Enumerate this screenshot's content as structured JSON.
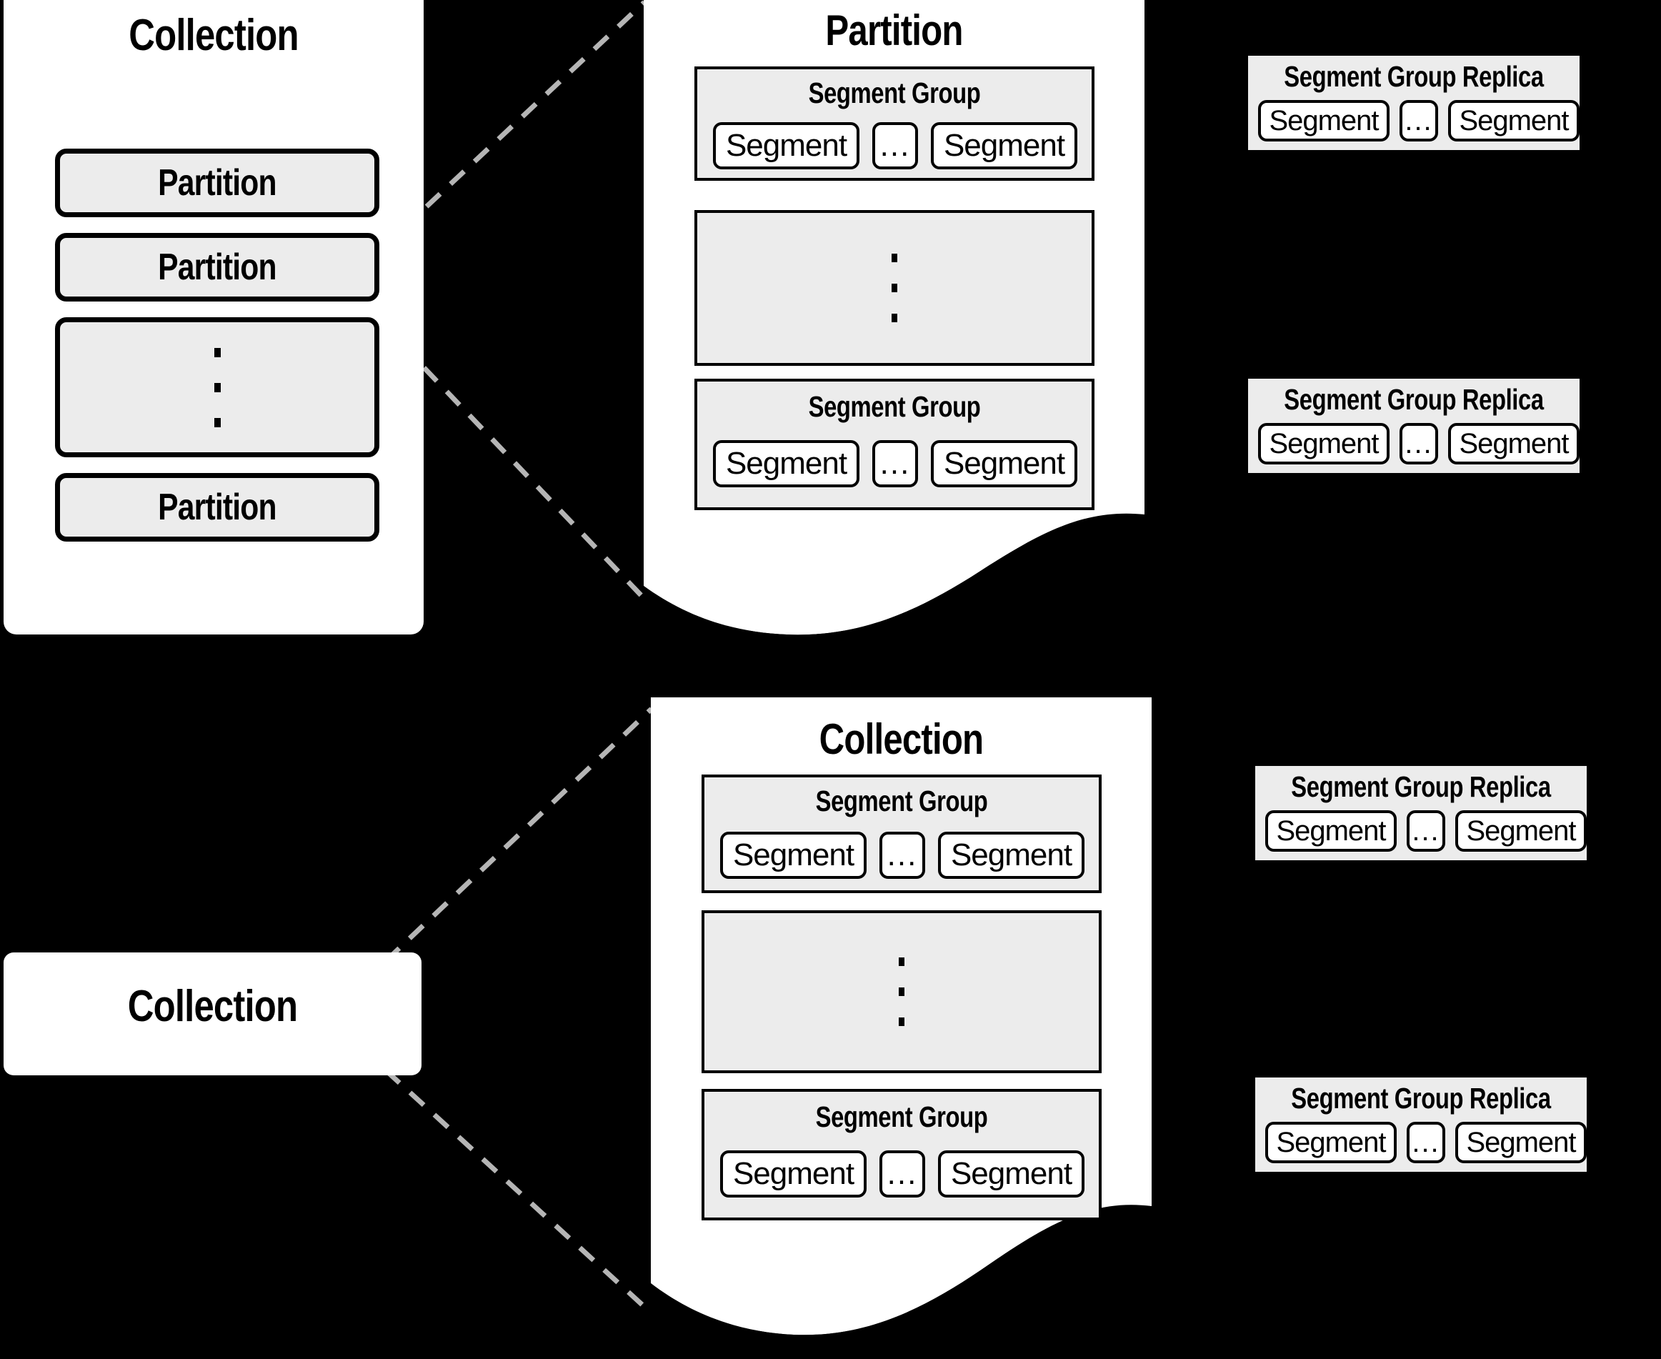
{
  "diagram": {
    "title_text_collection": "Collection",
    "title_text_partition": "Partition",
    "label_partition": "Partition",
    "label_segment_group": "Segment Group",
    "label_segment_group_replica": "Segment Group Replica",
    "label_segment": "Segment",
    "label_ellipsis": "...",
    "colors": {
      "background": "#000000",
      "panel": "#ffffff",
      "group_fill": "#ececec",
      "outline": "#000000",
      "connector": "#b5b5b5"
    }
  },
  "collection_box_top": {
    "title": "Collection",
    "rows": [
      {
        "type": "partition",
        "label": "Partition"
      },
      {
        "type": "partition",
        "label": "Partition"
      },
      {
        "type": "ellipsis",
        "label": ""
      },
      {
        "type": "partition",
        "label": "Partition"
      }
    ]
  },
  "partition_panel": {
    "title": "Partition",
    "groups": [
      {
        "title": "Segment Group",
        "segments": [
          {
            "label": "Segment"
          },
          {
            "label": "..."
          },
          {
            "label": "Segment"
          }
        ]
      },
      {
        "title": "",
        "segments": []
      },
      {
        "title": "Segment Group",
        "segments": [
          {
            "label": "Segment"
          },
          {
            "label": "..."
          },
          {
            "label": "Segment"
          }
        ]
      }
    ]
  },
  "partition_replicas": [
    {
      "title": "Segment Group Replica",
      "segments": [
        {
          "label": "Segment"
        },
        {
          "label": "..."
        },
        {
          "label": "Segment"
        }
      ]
    },
    {
      "title": "Segment Group Replica",
      "segments": [
        {
          "label": "Segment"
        },
        {
          "label": "..."
        },
        {
          "label": "Segment"
        }
      ]
    }
  ],
  "collection_box_bottom": {
    "title": "Collection"
  },
  "collection_panel": {
    "title": "Collection",
    "groups": [
      {
        "title": "Segment Group",
        "segments": [
          {
            "label": "Segment"
          },
          {
            "label": "..."
          },
          {
            "label": "Segment"
          }
        ]
      },
      {
        "title": "",
        "segments": []
      },
      {
        "title": "Segment Group",
        "segments": [
          {
            "label": "Segment"
          },
          {
            "label": "..."
          },
          {
            "label": "Segment"
          }
        ]
      }
    ]
  },
  "collection_replicas": [
    {
      "title": "Segment Group Replica",
      "segments": [
        {
          "label": "Segment"
        },
        {
          "label": "..."
        },
        {
          "label": "Segment"
        }
      ]
    },
    {
      "title": "Segment Group Replica",
      "segments": [
        {
          "label": "Segment"
        },
        {
          "label": "..."
        },
        {
          "label": "Segment"
        }
      ]
    }
  ]
}
